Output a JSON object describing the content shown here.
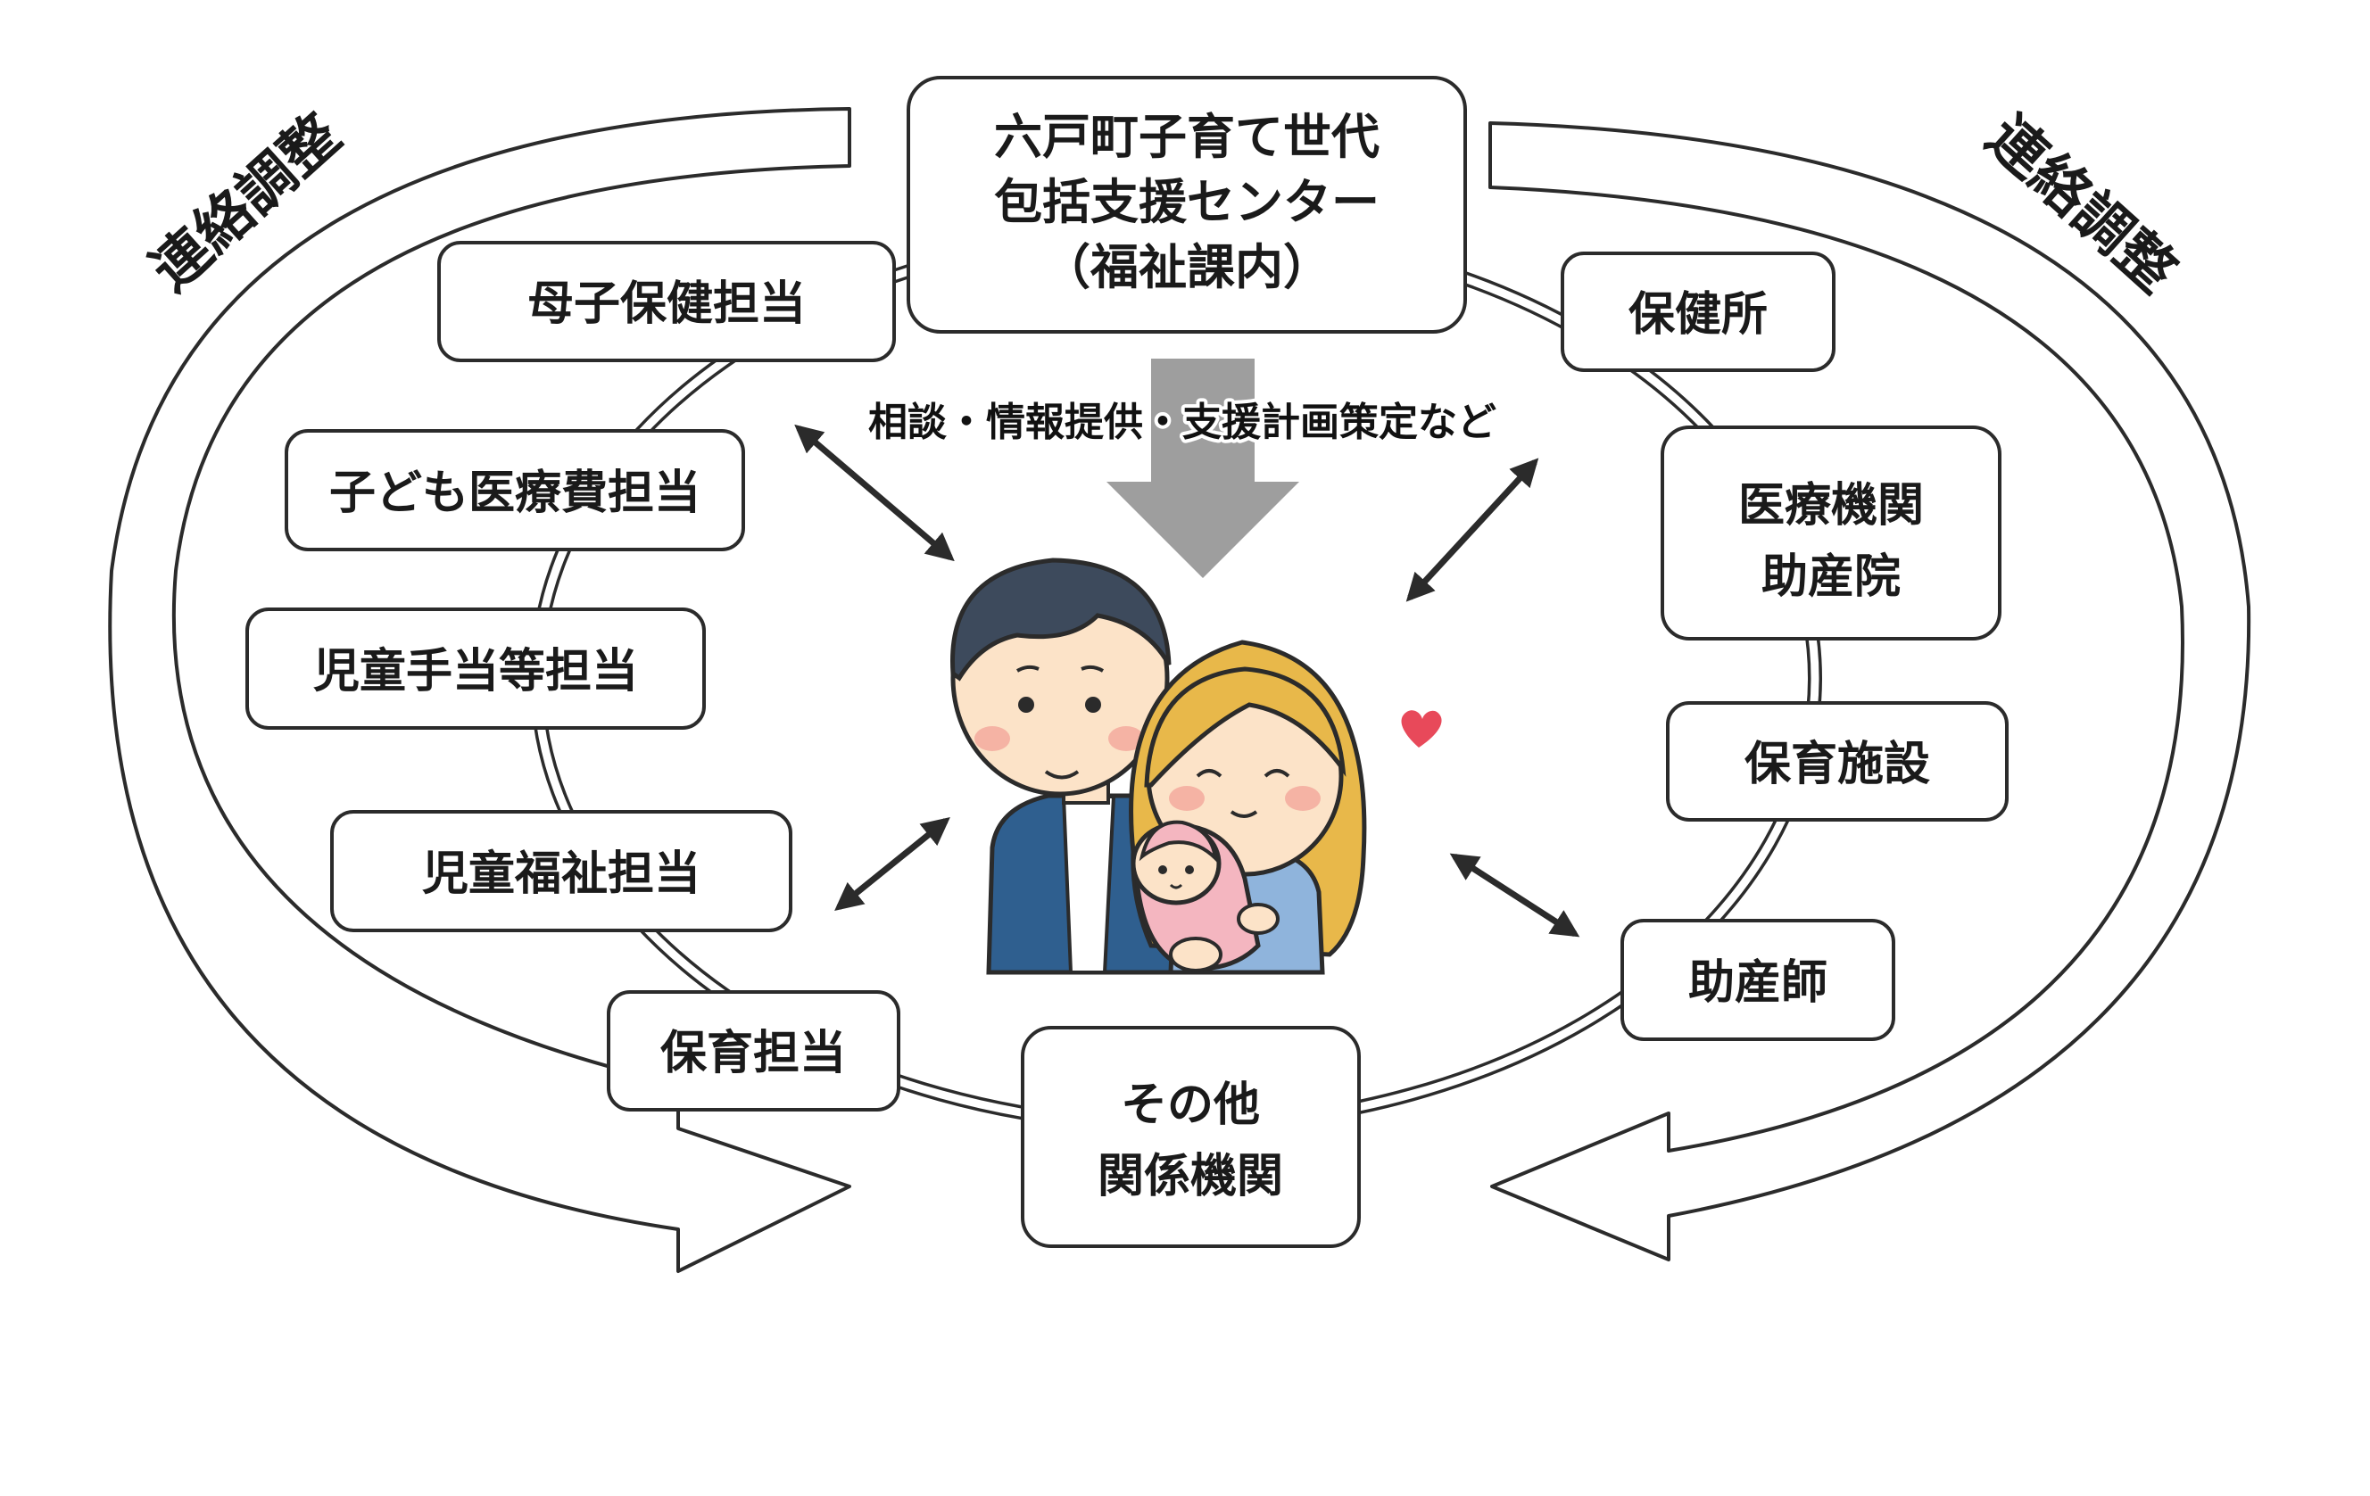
{
  "center": {
    "line1": "六戸町子育て世代",
    "line2": "包括支援センター",
    "line3": "（福祉課内）"
  },
  "caption": "相談・情報提供・支援計画策定など",
  "coordination_left": "連絡調整",
  "coordination_right": "連絡調整",
  "left_nodes": {
    "maternal_health": "母子保健担当",
    "child_medical": "子ども医療費担当",
    "child_allowance": "児童手当等担当",
    "child_welfare": "児童福祉担当",
    "childcare": "保育担当"
  },
  "right_nodes": {
    "health_center": "保健所",
    "medical_line1": "医療機関",
    "medical_line2": "助産院",
    "childcare_facility": "保育施設",
    "midwife": "助産師"
  },
  "bottom_node": {
    "line1": "その他",
    "line2": "関係機関"
  },
  "colors": {
    "outline": "#2b2b2b",
    "arrow_gray": "#9e9e9e",
    "heart": "#e8495a",
    "hair_man": "#3d4a5c",
    "hair_woman": "#e8b84a",
    "jacket": "#2f5f8f",
    "baby_wrap": "#f4b6c0",
    "skin": "#fce3c8"
  },
  "icons": {
    "family": "family-with-baby-illustration",
    "heart": "heart-icon"
  }
}
